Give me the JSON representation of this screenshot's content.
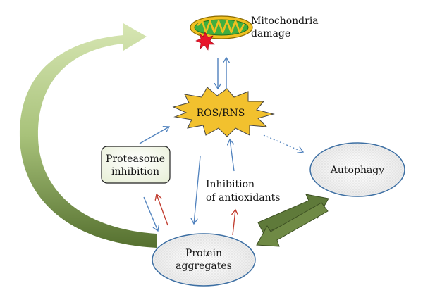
{
  "nodes": {
    "mitochondria": {
      "line1": "Mitochondria",
      "line2": "damage"
    },
    "ros": {
      "label": "ROS/RNS"
    },
    "proteasome": {
      "line1": "Proteasome",
      "line2": "inhibition"
    },
    "antioxidants": {
      "line1": "Inhibition",
      "line2": "of antioxidants"
    },
    "autophagy": {
      "label": "Autophagy"
    },
    "aggregates": {
      "line1": "Protein",
      "line2": "aggregates"
    }
  },
  "colors": {
    "blue_arrow": "#4f81bd",
    "red_arrow": "#c0392b",
    "dark_green_arrow": "#5f7a3a",
    "ellipse_border": "#3d6fa3",
    "ros_fill": "#f2c12e",
    "mito_outer": "#f0c020",
    "mito_inner": "#3fae3f",
    "damage_star": "#e8162b"
  }
}
